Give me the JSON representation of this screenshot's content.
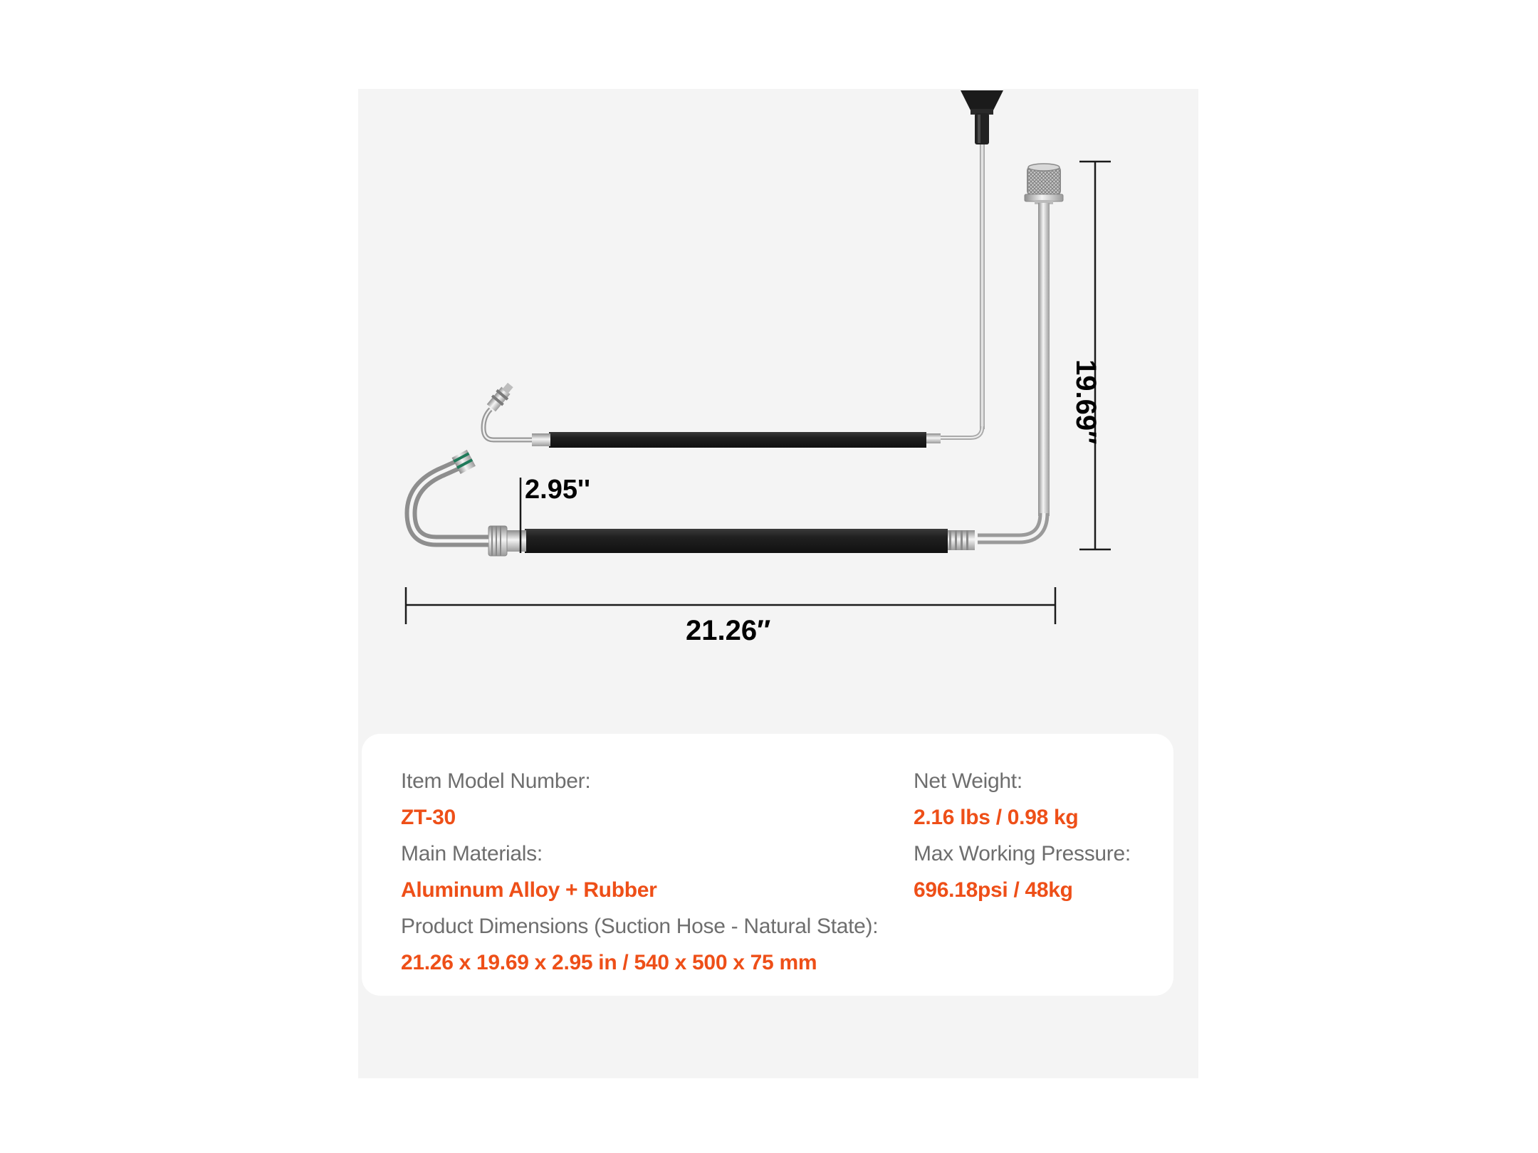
{
  "dimensions": {
    "width_label": "21.26″",
    "height_label": "19.69″",
    "thickness_label": "2.95''"
  },
  "specs": {
    "model_number": {
      "label": "Item Model Number:",
      "value": "ZT-30"
    },
    "materials": {
      "label": "Main Materials:",
      "value": "Aluminum Alloy + Rubber"
    },
    "product_dimensions": {
      "label": "Product Dimensions (Suction Hose - Natural State):",
      "value": "21.26 x 19.69 x 2.95 in / 540 x 500 x 75 mm"
    },
    "net_weight": {
      "label": "Net Weight:",
      "value": "2.16 lbs / 0.98 kg"
    },
    "max_pressure": {
      "label": "Max Working Pressure:",
      "value": "696.18psi / 48kg"
    }
  },
  "colors": {
    "accent": "#ee4f18",
    "label": "#6e6e6e",
    "panel_background": "#f4f4f4",
    "card_background": "#ffffff",
    "hose": "#1f1f1f"
  }
}
